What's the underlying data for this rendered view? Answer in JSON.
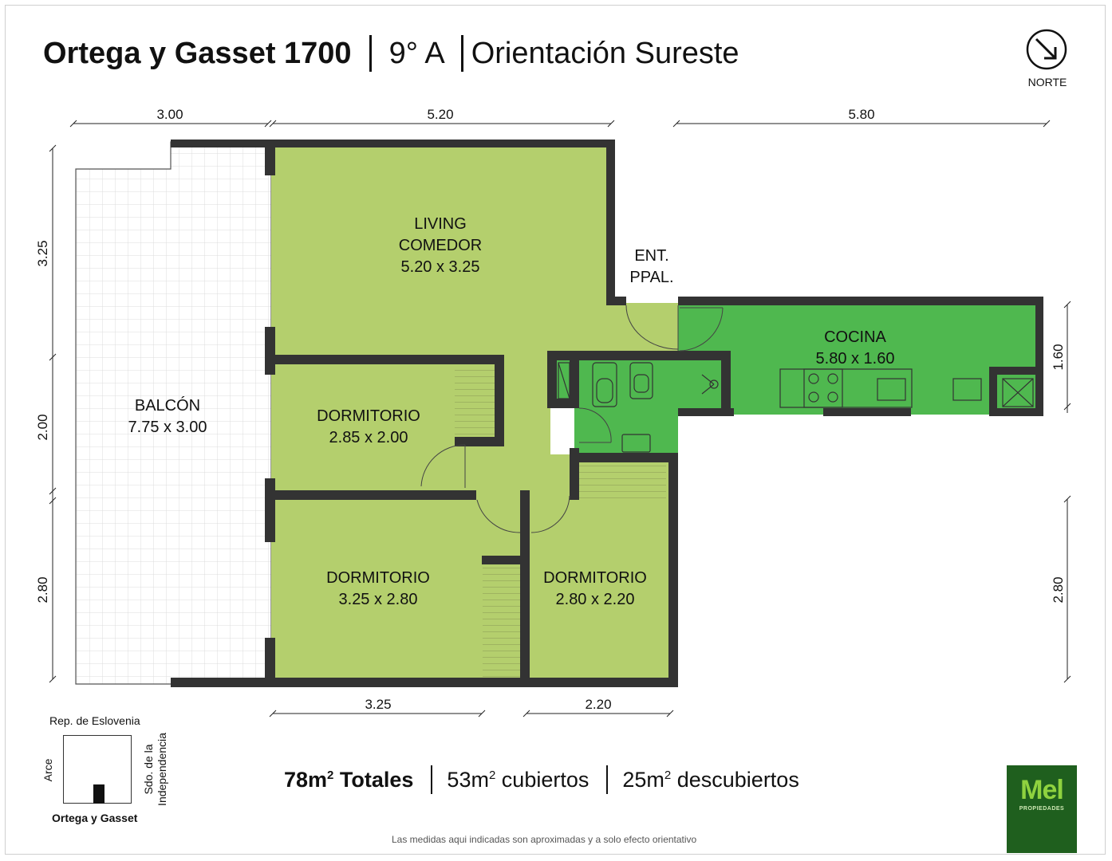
{
  "header": {
    "address": "Ortega y Gasset 1700",
    "unit": "9° A",
    "orientation": "Orientación Sureste"
  },
  "compass": {
    "label": "NORTE",
    "icon": "arrow-down-right-icon"
  },
  "colors": {
    "wall": "#333333",
    "room_light_green": "#b4cf6d",
    "room_green": "#4fb84f",
    "balcony_grid": "#e8e8e8"
  },
  "rooms": {
    "living": {
      "line1": "LIVING",
      "line2": "COMEDOR",
      "dims": "5.20 x 3.25"
    },
    "entrance": {
      "line1": "ENT.",
      "line2": "PPAL."
    },
    "kitchen": {
      "name": "COCINA",
      "dims": "5.80 x 1.60"
    },
    "balcony": {
      "name": "BALCÓN",
      "dims": "7.75 x 3.00"
    },
    "bedroom1": {
      "name": "DORMITORIO",
      "dims": "2.85 x 2.00"
    },
    "bedroom2": {
      "name": "DORMITORIO",
      "dims": "3.25 x 2.80"
    },
    "bedroom3": {
      "name": "DORMITORIO",
      "dims": "2.80 x 2.20"
    }
  },
  "dimensions": {
    "top": [
      "3.00",
      "5.20",
      "5.80"
    ],
    "left": [
      "3.25",
      "2.00",
      "2.80"
    ],
    "right": [
      "1.60",
      "2.80"
    ],
    "bottom": [
      "3.25",
      "2.20"
    ]
  },
  "location": {
    "top_street": "Rep. de Eslovenia",
    "bottom_street": "Ortega y Gasset",
    "left_street": "Arce",
    "right_street_line1": "Sdo. de la",
    "right_street_line2": "Independencia"
  },
  "totals": {
    "total_num": "78m",
    "total_sup": "2",
    "total_label": " Totales",
    "covered_num": "53m",
    "covered_sup": "2",
    "covered_label": " cubiertos",
    "uncovered_num": "25m",
    "uncovered_sup": "2",
    "uncovered_label": " descubiertos"
  },
  "disclaimer": "Las medidas aqui indicadas son aproximadas y a solo efecto orientativo",
  "logo": {
    "name": "Mel",
    "tagline": "PROPIEDADES"
  }
}
